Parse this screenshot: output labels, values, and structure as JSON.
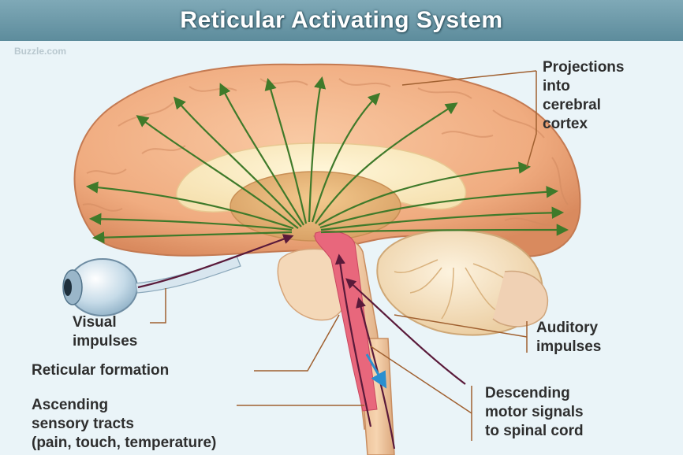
{
  "title": "Reticular Activating System",
  "watermark": "Buzzle.com",
  "labels": {
    "projections": [
      "Projections",
      "into",
      "cerebral",
      "cortex"
    ],
    "visual": [
      "Visual",
      "impulses"
    ],
    "auditory": [
      "Auditory",
      "impulses"
    ],
    "reticular": "Reticular formation",
    "ascending": [
      "Ascending",
      "sensory tracts",
      "(pain, touch, temperature)"
    ],
    "descending": [
      "Descending",
      "motor signals",
      "to spinal cord"
    ]
  },
  "colors": {
    "projection_arrows": "#3f7a2a",
    "sensory_path": "#5a1a3a",
    "motor_path": "#2a8fd0",
    "brain": "#f2b58c",
    "reticular_formation": "#e8677c",
    "leader_lines": "#a06030"
  }
}
